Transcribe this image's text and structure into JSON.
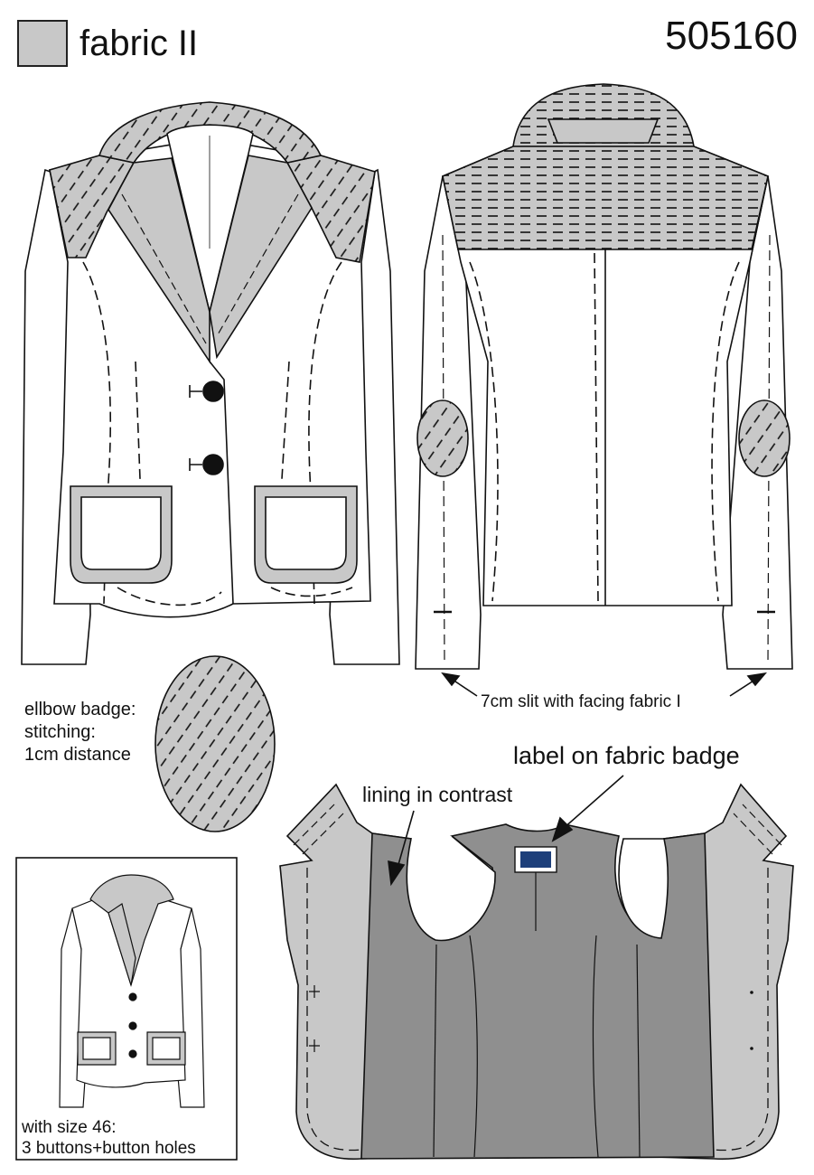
{
  "legend": {
    "label": "fabric II",
    "swatch_color": "#c8c8c8"
  },
  "article_number": "505160",
  "notes": {
    "elbow_badge": [
      "ellbow badge:",
      "stitching:",
      "1cm distance"
    ],
    "slit": "7cm slit with facing fabric I",
    "label": "label on fabric badge",
    "lining": "lining in contrast",
    "size_variant": [
      "with size 46:",
      "3 buttons+button holes"
    ]
  },
  "colors": {
    "fabric_ii": "#c8c8c8",
    "lining": "#8f8f8f",
    "outline": "#111111",
    "button": "#111111"
  }
}
